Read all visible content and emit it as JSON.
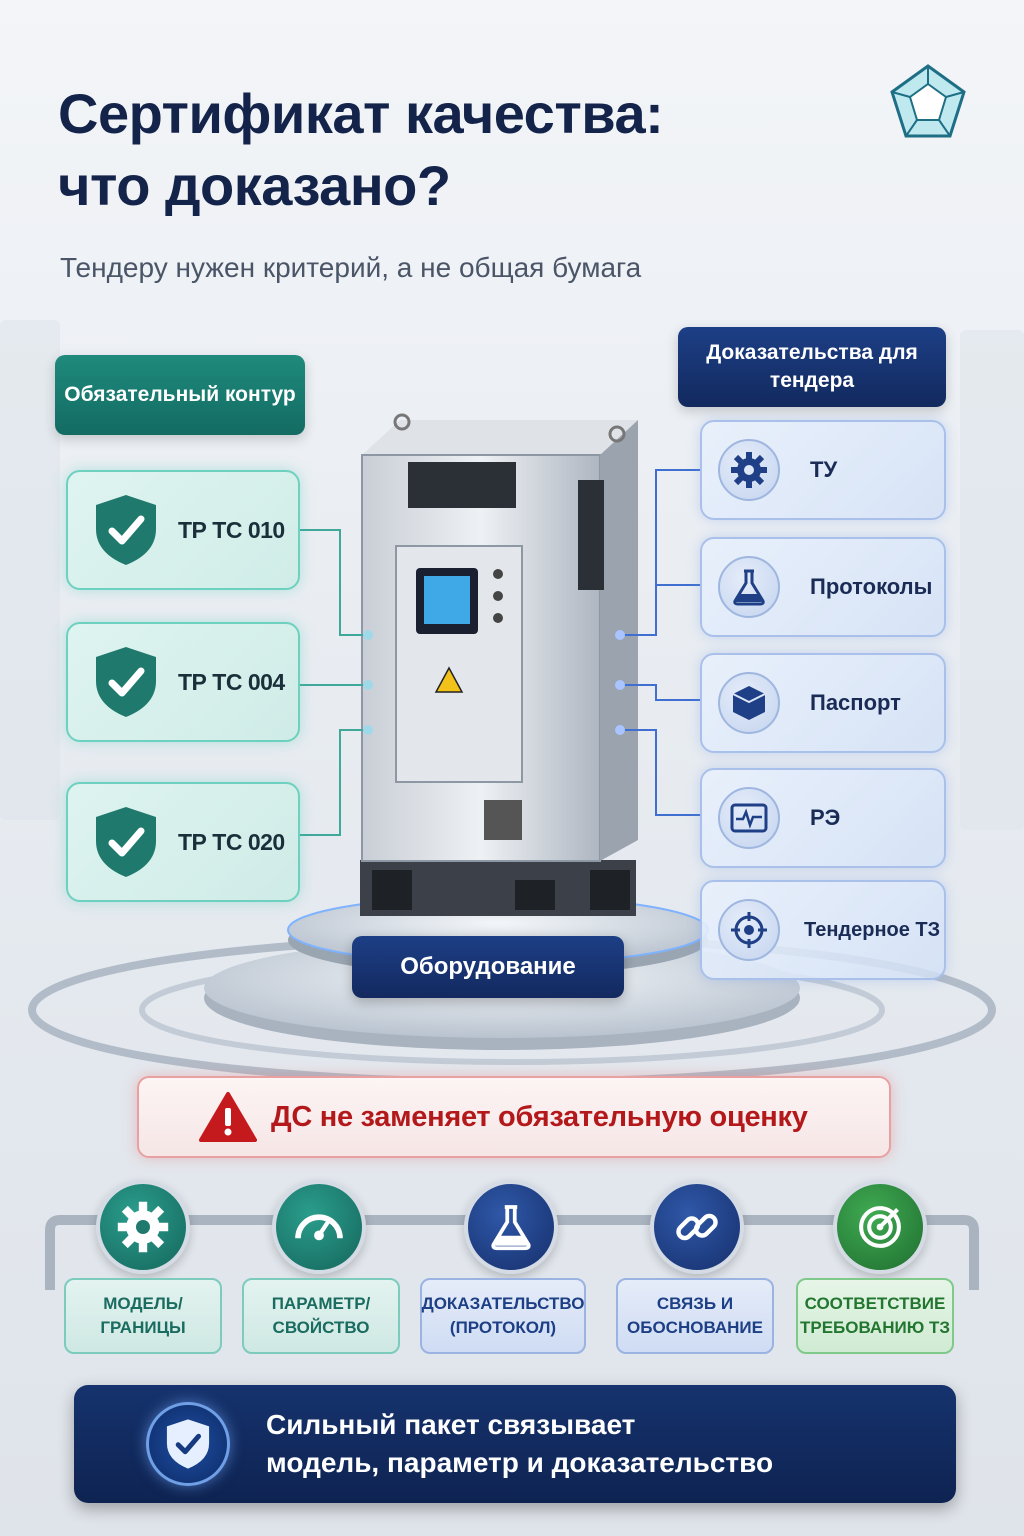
{
  "header": {
    "title_line1": "Сертификат качества:",
    "title_line2": "что доказано?",
    "subtitle": "Тендеру нужен критерий, а не общая бумага",
    "logo_icon": "pentagon-logo-icon"
  },
  "left_panel": {
    "heading": "Обязательный контур",
    "items": [
      {
        "label": "ТР ТС 010",
        "icon": "shield-check-icon"
      },
      {
        "label": "ТР ТС 004",
        "icon": "shield-check-icon"
      },
      {
        "label": "ТР ТС 020",
        "icon": "shield-check-icon"
      }
    ]
  },
  "right_panel": {
    "heading": "Доказательства для тендера",
    "items": [
      {
        "label": "ТУ",
        "icon": "gear-icon"
      },
      {
        "label": "Протоколы",
        "icon": "flask-icon"
      },
      {
        "label": "Паспорт",
        "icon": "cube-icon"
      },
      {
        "label": "РЭ",
        "icon": "pulse-icon"
      },
      {
        "label": "Тендерное ТЗ",
        "icon": "target-icon"
      }
    ]
  },
  "center": {
    "equipment_label": "Оборудование",
    "equipment_icon": "electrical-cabinet-icon"
  },
  "warning": {
    "text": "ДС не заменяет обязательную оценку",
    "icon": "warning-triangle-icon"
  },
  "process": [
    {
      "label": "Модель/ границы",
      "icon": "gear-icon",
      "color": "#1f7a6d"
    },
    {
      "label": "Параметр/ свойство",
      "icon": "gauge-icon",
      "color": "#1f7a6d"
    },
    {
      "label": "Доказательство (протокол)",
      "icon": "flask-icon",
      "color": "#1d3f86"
    },
    {
      "label": "Связь и обоснование",
      "icon": "link-icon",
      "color": "#1d3f86"
    },
    {
      "label": "Соответствие требованию ТЗ",
      "icon": "target-icon",
      "color": "#2e8a3e"
    }
  ],
  "footer": {
    "text_line1": "Сильный пакет связывает",
    "text_line2": "модель, параметр и доказательство",
    "icon": "shield-check-icon"
  },
  "colors": {
    "navy": "#1d3f86",
    "teal": "#1f8a7c",
    "green": "#2e8a3e",
    "warning_red": "#b3191b"
  }
}
